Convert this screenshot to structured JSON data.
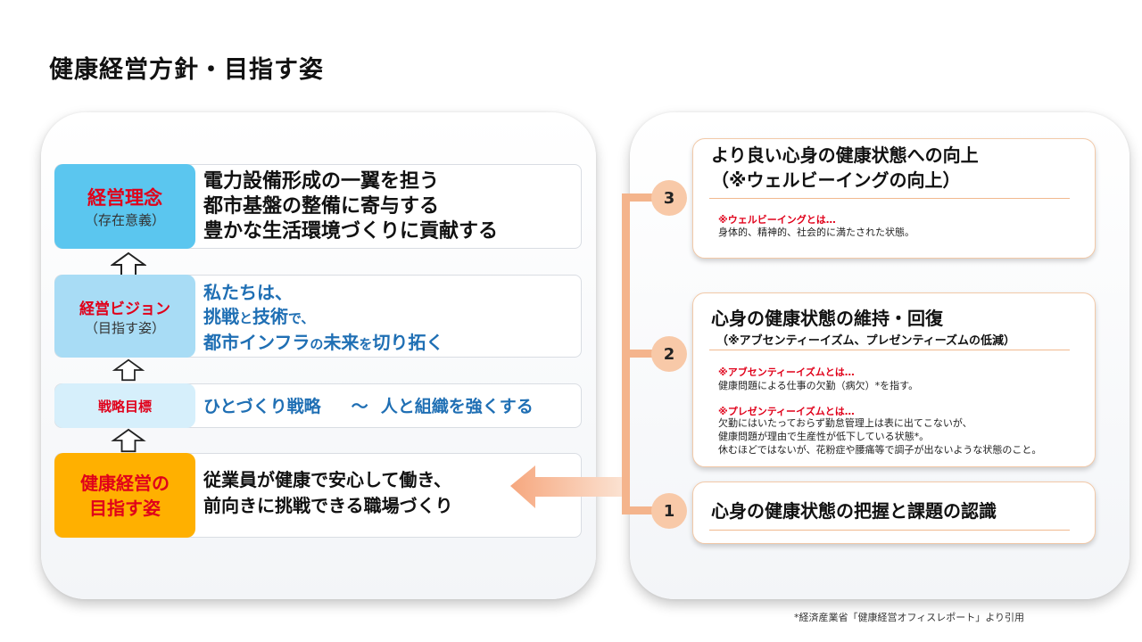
{
  "title": "健康経営方針・目指す姿",
  "left": {
    "philosophy": {
      "label": "経営理念",
      "sub": "（存在意義）",
      "lines": [
        "電力設備形成の一翼を担う",
        "都市基盤の整備に寄与する",
        "豊かな生活環境づくりに貢献する"
      ]
    },
    "vision": {
      "label": "経営ビジョン",
      "sub": "（目指す姿）",
      "line1": "私たちは、",
      "line2_a": "挑戦",
      "line2_b": "と",
      "line2_c": "技術",
      "line2_d": "で、",
      "line3_a": "都市インフラ",
      "line3_b": "の",
      "line3_c": "未来",
      "line3_d": "を",
      "line3_e": "切り拓く"
    },
    "strategy": {
      "label": "戦略目標",
      "text_a": "ひとづくり戦略",
      "text_b": "～",
      "text_c": "人と組織を強くする"
    },
    "health": {
      "label_line1": "健康経営の",
      "label_line2": "目指す姿",
      "lines": [
        "従業員が健康で安心して働き、",
        "前向きに挑戦できる職場づくり"
      ]
    }
  },
  "right": {
    "card3": {
      "number": "3",
      "title_line1": "より良い心身の健康状態への向上",
      "title_line2": "（※ウェルビーイングの向上）",
      "note_heading": "※ウェルビーイングとは…",
      "note_text": "身体的、精神的、社会的に満たされた状態。"
    },
    "card2": {
      "number": "2",
      "title": "心身の健康状態の維持・回復",
      "subtitle": "（※アブセンティーイズム、プレゼンティーズムの低減）",
      "note1_heading": "※アブセンティーイズムとは…",
      "note1_text": "健康問題による仕事の欠勤（病欠）*を指す。",
      "note2_heading": "※プレゼンティーイズムとは…",
      "note2_lines": [
        "欠勤にはいたっておらず勤怠管理上は表に出てこないが、",
        "健康問題が理由で生産性が低下している状態*。",
        "休むほどではないが、花粉症や腰痛等で調子が出ないような状態のこと。"
      ]
    },
    "card1": {
      "number": "1",
      "title": "心身の健康状態の把握と課題の認識"
    }
  },
  "footnote": "*経済産業省「健康経営オフィスレポート」より引用",
  "colors": {
    "philosophy_bg": "#5bc6ef",
    "vision_bg": "#a8dcf5",
    "strategy_bg": "#d6effb",
    "health_bg": "#ffb000",
    "red": "#e0001a",
    "blue": "#1f6fb4",
    "connector": "#f4b48c"
  }
}
